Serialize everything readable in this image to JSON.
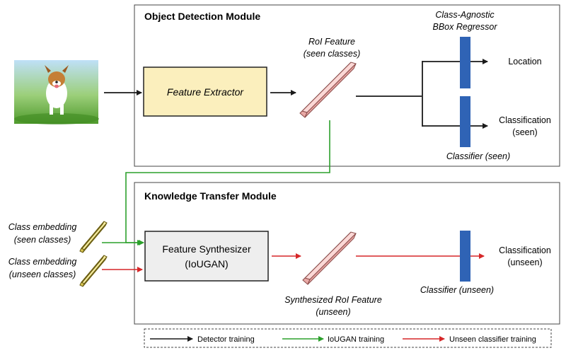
{
  "detection_module": {
    "title": "Object Detection Module",
    "feature_extractor": "Feature Extractor",
    "roi_feature": [
      "RoI Feature",
      "(seen classes)"
    ],
    "regressor": [
      "Class-Agnostic",
      "BBox Regressor"
    ],
    "location": "Location",
    "classification": [
      "Classification",
      "(seen)"
    ],
    "classifier": "Classifier (seen)"
  },
  "transfer_module": {
    "title": "Knowledge Transfer Module",
    "embedding_seen": [
      "Class embedding",
      "(seen classes)"
    ],
    "embedding_unseen": [
      "Class embedding",
      "(unseen classes)"
    ],
    "synthesizer": [
      "Feature Synthesizer",
      "(IoUGAN)"
    ],
    "synthesized_feature": [
      "Synthesized RoI Feature",
      "(unseen)"
    ],
    "classifier": "Classifier (unseen)",
    "classification": [
      "Classification",
      "(unseen)"
    ]
  },
  "legend": {
    "detector": "Detector training",
    "iougan": "IoUGAN training",
    "unseen": "Unseen classifier training"
  },
  "colors": {
    "detector_arrow": "#1a1a1a",
    "iougan_arrow": "#2ca02c",
    "unseen_arrow": "#d62728",
    "feature_extractor_fill": "#fbefbd",
    "synthesizer_fill": "#eeeeee",
    "feature_pink": "#f6c6c4",
    "embedding_yellow": "#f0e07a",
    "classifier_blue": "#2f63b5"
  },
  "icons": {
    "input_image": "dog-photo-icon"
  }
}
